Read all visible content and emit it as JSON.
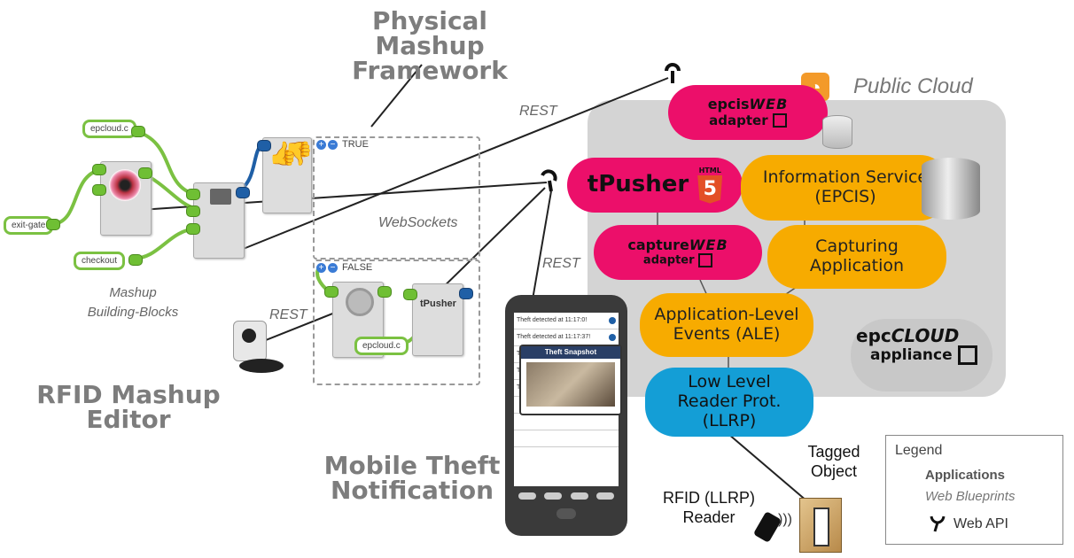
{
  "titles": {
    "framework_line1": "Physical Mashup",
    "framework_line2": "Framework",
    "editor_line1": "RFID Mashup",
    "editor_line2": "Editor",
    "mobile_line1": "Mobile Theft",
    "mobile_line2": "Notification",
    "public_cloud": "Public Cloud"
  },
  "labels": {
    "rest_top": "REST",
    "rest_mid": "REST",
    "rest_left": "REST",
    "websockets": "WebSockets",
    "mashup_bb_1": "Mashup",
    "mashup_bb_2": "Building-Blocks",
    "tagged_1": "Tagged",
    "tagged_2": "Object",
    "reader_1": "RFID (LLRP)",
    "reader_2": "Reader"
  },
  "editor": {
    "fields": [
      "epcloud.c",
      "exit-gate",
      "checkout",
      "epcloud.c"
    ],
    "true_label": "TRUE",
    "false_label": "FALSE",
    "tpusher_block": "tPusher"
  },
  "cloud": {
    "epcis_adapter_1": "epcis",
    "epcis_adapter_web": "WEB",
    "epcis_adapter_2": "adapter",
    "tpusher": "tPusher",
    "html5": "HTML",
    "html5_num": "5",
    "info_service_1": "Information Service",
    "info_service_2": "(EPCIS)",
    "capture_adapter_1": "capture",
    "capture_adapter_web": "WEB",
    "capture_adapter_2": "adapter",
    "capturing_1": "Capturing",
    "capturing_2": "Application",
    "ale_1": "Application-Level",
    "ale_2": "Events (ALE)",
    "llrp_1": "Low Level",
    "llrp_2": "Reader Prot.",
    "llrp_3": "(LLRP)",
    "appliance_1": "epc",
    "appliance_cloud": "CLOUD",
    "appliance_2": "appliance"
  },
  "phone": {
    "rows": [
      "Theft detected at 11:17:0!",
      "Theft detected at 11:17:37!",
      "T",
      "T",
      "T"
    ],
    "popup_title": "Theft Snapshot"
  },
  "legend": {
    "title": "Legend",
    "applications": "Applications",
    "blueprints": "Web Blueprints",
    "webapi": "Web API"
  },
  "colors": {
    "orange": "#f7ab00",
    "pink": "#ec0f6a",
    "blue": "#149ed6",
    "cloud_gray": "#d4d4d4",
    "wire_green": "#7bc142",
    "wire_blue": "#1f5fa6"
  }
}
